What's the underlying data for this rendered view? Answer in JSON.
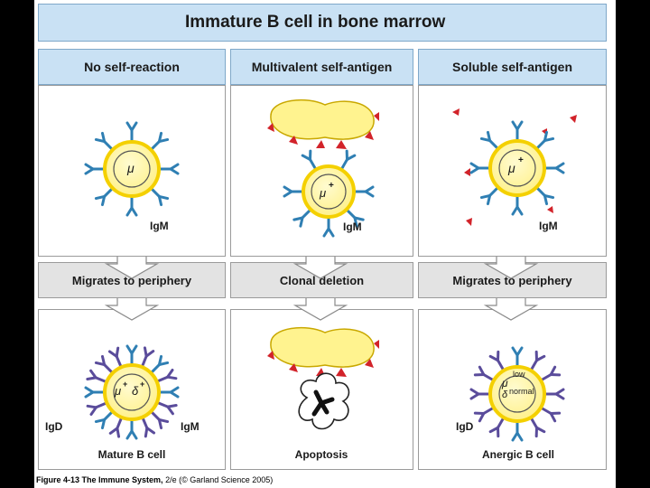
{
  "title": "Immature B cell in bone marrow",
  "columns": [
    {
      "header": "No self-reaction",
      "receptor_label": "IgM",
      "cell_mark": "μ",
      "stage": "Migrates to periphery",
      "final_marks": [
        "μ",
        "+",
        "δ",
        "+"
      ],
      "final_labels": [
        "IgD",
        "IgM"
      ],
      "outcome": "Mature B cell"
    },
    {
      "header": "Multivalent self-antigen",
      "receptor_label": "IgM",
      "cell_mark": "μ",
      "cell_mark_sup": "+",
      "stage": "Clonal deletion",
      "outcome": "Apoptosis"
    },
    {
      "header": "Soluble self-antigen",
      "receptor_label": "IgM",
      "cell_mark": "μ",
      "cell_mark_sup": "+",
      "stage": "Migrates to periphery",
      "final_marks": [
        "μ",
        "low",
        "normal",
        "δ"
      ],
      "final_labels": [
        "IgD"
      ],
      "outcome": "Anergic B cell"
    }
  ],
  "caption": {
    "figure": "Figure 4-13",
    "book": "The Immune System,",
    "rest": "2/e (© Garland Science 2005)"
  },
  "colors": {
    "header_bg": "#c9e1f4",
    "cell_fill": "#fff18a",
    "cell_ring": "#f4d000",
    "igm_blue": "#2f7fb3",
    "igd_purple": "#5a4c9b",
    "antigen_red": "#d2232a",
    "membrane_fill": "#fff38f"
  }
}
